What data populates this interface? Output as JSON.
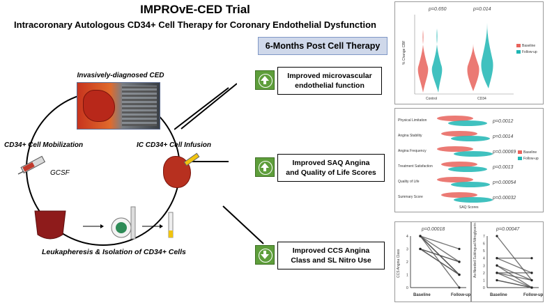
{
  "header": {
    "title": "IMPROvE-CED Trial",
    "subtitle": "Intracoronary Autologous CD34+ Cell Therapy for Coronary Endothelial Dysfunction",
    "badge": "6-Months Post Cell Therapy"
  },
  "cycle": {
    "top_label": "Invasively-diagnosed CED",
    "left_label": "CD34+ Cell Mobilization",
    "gcsf_label": "GCSF",
    "right_label": "IC CD34+ Cell Infusion",
    "bottom_label": "Leukapheresis & Isolation of CD34+ Cells"
  },
  "results": [
    {
      "direction": "up",
      "line1": "Improved microvascular",
      "line2": "endothelial function"
    },
    {
      "direction": "up",
      "line1": "Improved SAQ Angina",
      "line2": "and Quality of Life Scores"
    },
    {
      "direction": "down",
      "line1": "Improved CCS Angina",
      "line2": "Class and SL Nitro Use"
    }
  ],
  "colors": {
    "green": "#5e9e3b",
    "baseline": "#e8635c",
    "followup": "#1fb6b4",
    "badge_bg": "#cfd8ea"
  },
  "chart_data": [
    {
      "type": "violin",
      "ylabel": "% Change CBF",
      "categories": [
        "Control",
        "CD34"
      ],
      "legend": [
        "Baseline",
        "Follow-up"
      ],
      "pvalues": [
        "p=0.650",
        "p=0.014"
      ]
    },
    {
      "type": "violin",
      "xlabel": "SAQ Scores",
      "categories": [
        "Physical Limitation",
        "Angina Stability",
        "Angina Frequency",
        "Treatment Satisfaction",
        "Quality of Life",
        "Summary Score"
      ],
      "pvalues": [
        "p=0.0012",
        "p=0.0014",
        "p=0.00069",
        "p=0.0013",
        "p=0.00054",
        "p=0.00032"
      ],
      "legend": [
        "Baseline",
        "Follow-up"
      ]
    },
    {
      "type": "line",
      "ylabel": "CCS Angina Class",
      "categories": [
        "Baseline",
        "Follow-up"
      ],
      "pvalue": "p=0.00018",
      "yticks": [
        "0",
        "1",
        "2",
        "3",
        "4"
      ],
      "ylim": [
        0,
        4
      ]
    },
    {
      "type": "line",
      "ylabel": "As-Needed Sublingual Nitroglycerin Use/Day",
      "categories": [
        "Baseline",
        "Follow-up"
      ],
      "pvalue": "p=0.00047",
      "yticks": [
        "0",
        "1",
        "2",
        "3",
        "4",
        "5",
        "6",
        "7"
      ],
      "ylim": [
        0,
        7
      ]
    }
  ]
}
